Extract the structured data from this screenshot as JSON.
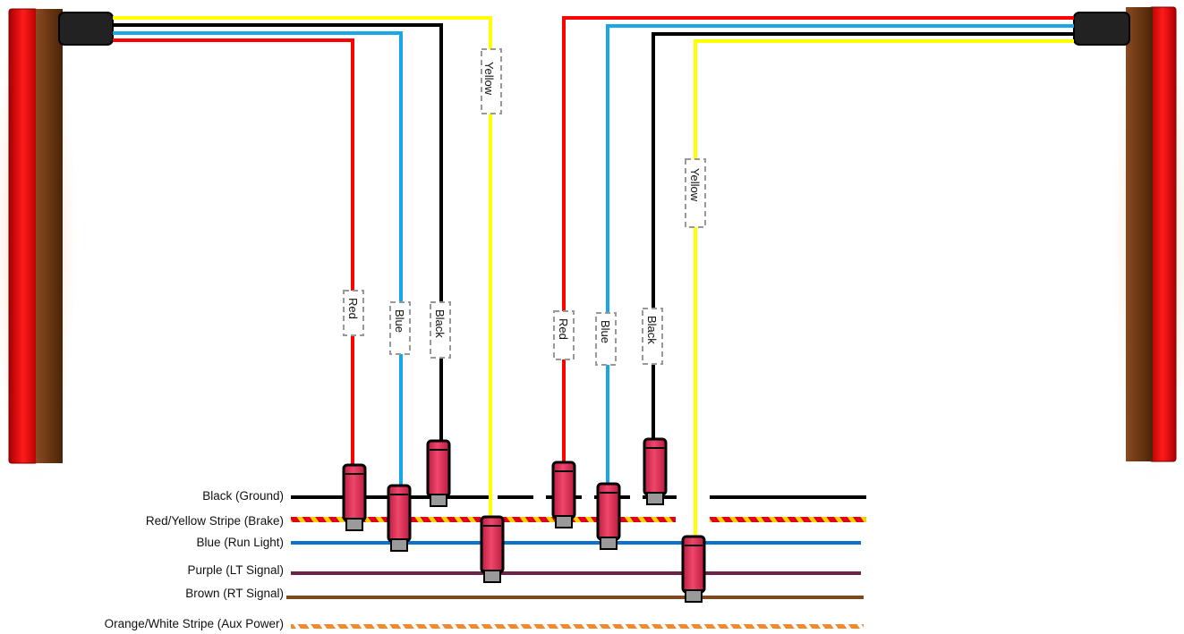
{
  "bus_lines": [
    {
      "label": "Black (Ground)",
      "color": "#000000",
      "style": "solid"
    },
    {
      "label": "Red/Yellow Stripe (Brake)",
      "color": "#e0001b",
      "stripe_color": "#f2d400",
      "style": "stripe"
    },
    {
      "label": "Blue (Run Light)",
      "color": "#0a72c8",
      "style": "solid"
    },
    {
      "label": "Purple (LT  Signal)",
      "color": "#6b2346",
      "style": "solid"
    },
    {
      "label": "Brown (RT Signal)",
      "color": "#7a4a1c",
      "style": "solid"
    },
    {
      "label": "Orange/White Stripe (Aux Power)",
      "color": "#f08a2c",
      "stripe_color": "#ffffff",
      "style": "stripe"
    }
  ],
  "wire_labels": {
    "left": {
      "yellow": "Yellow",
      "red": "Red",
      "blue": "Blue",
      "black": "Black"
    },
    "right": {
      "yellow": "Yellow",
      "red": "Red",
      "blue": "Blue",
      "black": "Black"
    }
  },
  "colors": {
    "red_wire": "#ff0000",
    "blue_wire": "#1aa7e8",
    "black_wire": "#000000",
    "yellow_wire": "#ffff00",
    "connector": "#e8305a",
    "lamp_red": "#e01010",
    "lamp_brown": "#7a3e1a",
    "plug": "#222222"
  }
}
